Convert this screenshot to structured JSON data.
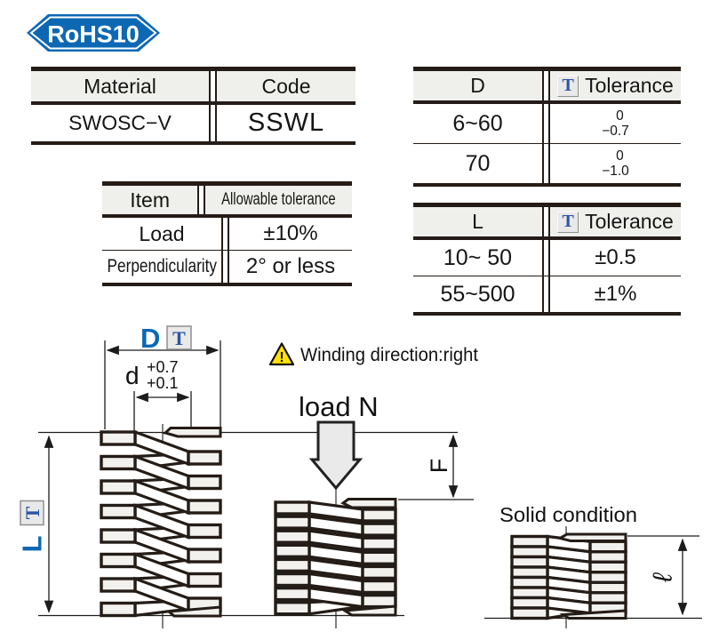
{
  "badge": {
    "text": "RoHS10"
  },
  "material_table": {
    "headers": [
      "Material",
      "Code"
    ],
    "material": "SWOSC−V",
    "code": "SSWL"
  },
  "item_table": {
    "headers": [
      "Item",
      "Allowable tolerance"
    ],
    "rows": [
      {
        "item": "Load",
        "value": "±10%"
      },
      {
        "item": "Perpendicularity",
        "value": "2° or less"
      }
    ]
  },
  "d_table": {
    "header": "D",
    "t_icon": "T",
    "tolerance_header": "Tolerance",
    "rows": [
      {
        "range": "6~60",
        "upper": "0",
        "lower": "−0.7"
      },
      {
        "range": "70",
        "upper": "0",
        "lower": "−1.0"
      }
    ]
  },
  "l_table": {
    "header": "L",
    "t_icon": "T",
    "tolerance_header": "Tolerance",
    "rows": [
      {
        "range": "10~ 50",
        "value": "±0.5"
      },
      {
        "range": "55~500",
        "value": "±1%"
      }
    ]
  },
  "diagram": {
    "d_dim": "D",
    "t_icon": "T",
    "d_small": "d",
    "d_tol_upper": "+0.7",
    "d_tol_lower": "+0.1",
    "load": "load N",
    "warning_mark": "!",
    "warning_text": "Winding direction:right",
    "f_dim": "F",
    "l_dim": "L",
    "solid_condition": "Solid condition",
    "solid_length": "ℓ"
  },
  "colors": {
    "accent_blue": "#0d68b4",
    "t_icon_blue": "#2b55a5",
    "warning_yellow": "#ffe10a"
  }
}
